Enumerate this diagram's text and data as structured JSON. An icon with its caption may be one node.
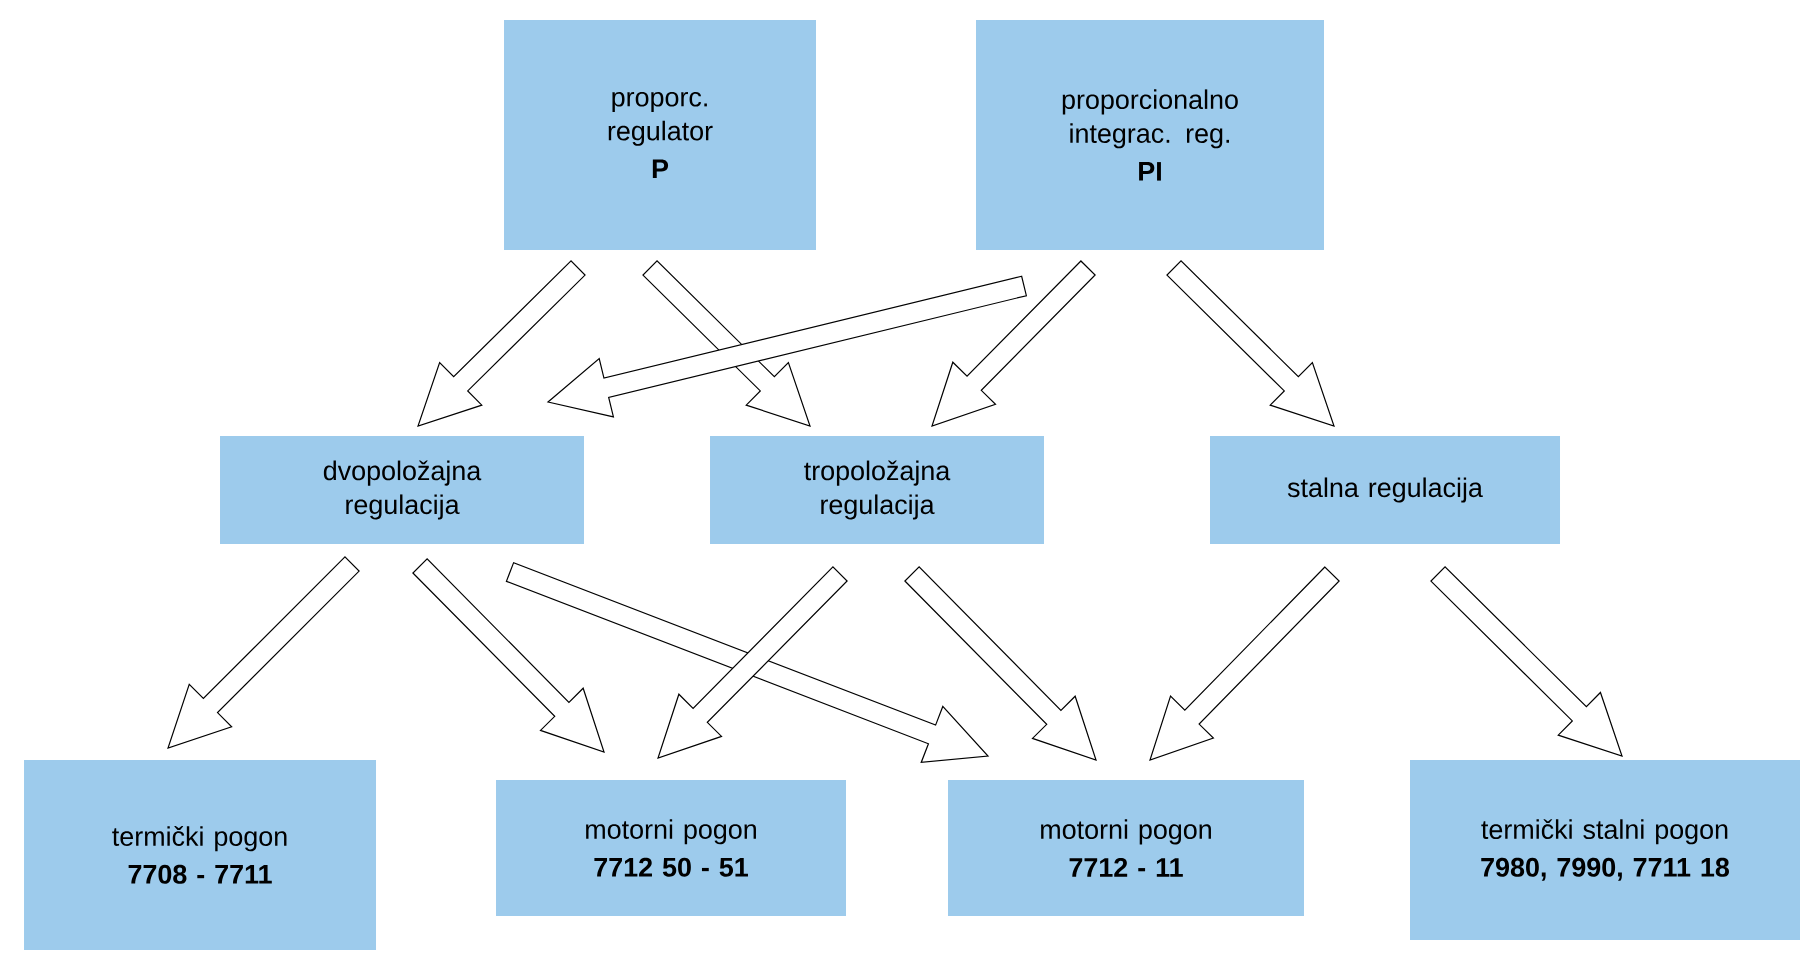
{
  "diagram": {
    "nodes": [
      {
        "text": [
          "proporc. regulator",
          "P"
        ]
      },
      {
        "text": [
          "proporcionalno integrac. reg.",
          "PI"
        ]
      },
      {
        "text": [
          "dvopoložajna regulacija"
        ]
      },
      {
        "text": [
          "tropoložajna regulacija"
        ]
      },
      {
        "text": [
          "stalna regulacija"
        ]
      },
      {
        "text": [
          "termički pogon",
          "7708 - 7711"
        ]
      },
      {
        "text": [
          "motorni pogon",
          "7712 50 - 51"
        ]
      },
      {
        "text": [
          "motorni pogon",
          "7712 - 11"
        ]
      },
      {
        "text": [
          "termički stalni pogon",
          "7980, 7990, 7711 18"
        ]
      }
    ],
    "edges": [
      {
        "from": 0,
        "to": 2,
        "arrow": "to"
      },
      {
        "from": 0,
        "to": 3,
        "arrow": "to"
      },
      {
        "from": 1,
        "to": 2,
        "arrow": "to"
      },
      {
        "from": 1,
        "to": 3,
        "arrow": "to"
      },
      {
        "from": 1,
        "to": 4,
        "arrow": "to"
      },
      {
        "from": 2,
        "to": 5,
        "arrow": "to"
      },
      {
        "from": 2,
        "to": 6,
        "arrow": "to"
      },
      {
        "from": 2,
        "to": 7,
        "arrow": "to"
      },
      {
        "from": 3,
        "to": 6,
        "arrow": "to"
      },
      {
        "from": 3,
        "to": 7,
        "arrow": "to"
      },
      {
        "from": 4,
        "to": 7,
        "arrow": "to"
      },
      {
        "from": 4,
        "to": 8,
        "arrow": "to"
      }
    ]
  }
}
